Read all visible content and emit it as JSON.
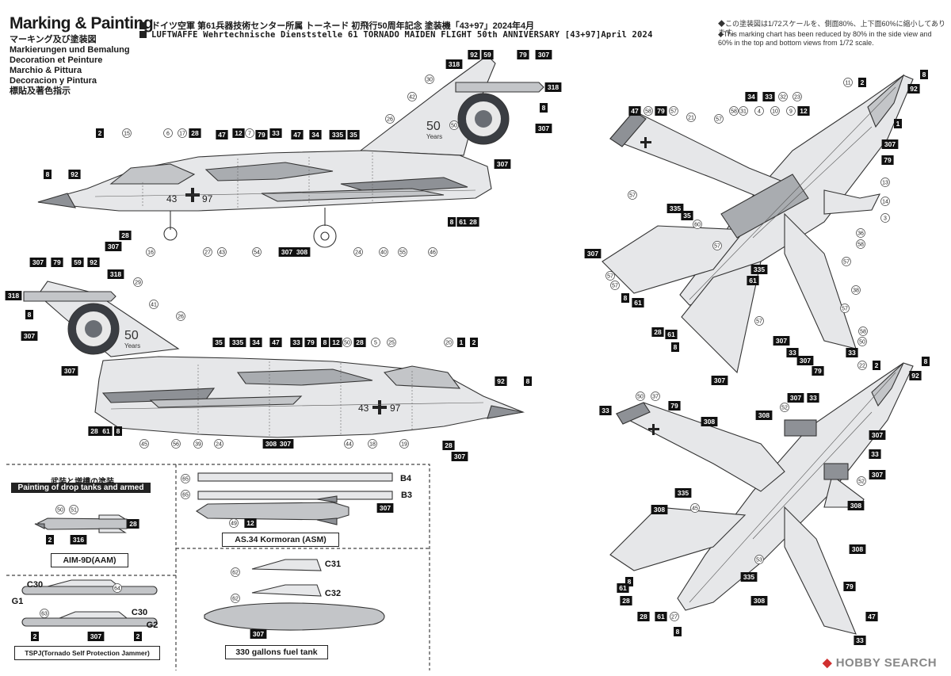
{
  "header": {
    "title": "Marking & Painting",
    "subtitles": [
      "マーキング及び塗装図",
      "Markierungen und Bemalung",
      "Decoration et Peinture",
      "Marchio & Pittura",
      "Decoracion y Pintura",
      "標貼及著色指示"
    ],
    "jp_line": "ドイツ空軍 第61兵器技術センター所属 トーネード 初飛行50周年記念 塗装機「43+97」2024年4月",
    "en_line": "LUFTWAFFE Wehrtechnische Dienststelle 61 TORNADO MAIDEN FLIGHT 50th ANNIVERSARY [43+97]April 2024"
  },
  "note": {
    "jp": "◆この塗装図は1/72スケールを、側面80%、上下面60%に縮小してあります。",
    "en": "◆This marking chart has been reduced by 80% in the side view and 60% in the top and bottom views from 1/72 scale."
  },
  "aircraft": {
    "serial_left": "43",
    "serial_right": "97",
    "anniv_num": "50",
    "anniv_word": "Years"
  },
  "panels": {
    "drop_tanks_jp": "武装と増槽の塗装",
    "drop_tanks_en": "Painting of drop tanks and armed",
    "aim9d": "AIM-9D(AAM)",
    "tspj": "TSPJ(Tornado Self Protection Jammer)",
    "kormoran": "AS.34 Kormoran (ASM)",
    "fuel_tank": "330 gallons fuel tank"
  },
  "callouts": {
    "side1": [
      "2",
      "15",
      "6",
      "17",
      "28",
      "47",
      "12",
      "7",
      "79",
      "33",
      "47",
      "34",
      "335",
      "35",
      "26",
      "30",
      "42",
      "92",
      "59",
      "79",
      "307",
      "318",
      "318",
      "8",
      "307",
      "50",
      "Years",
      "307",
      "8",
      "61",
      "28",
      "16",
      "27",
      "43",
      "54",
      "307",
      "308",
      "24",
      "40",
      "55",
      "46",
      "8",
      "92",
      "307",
      "28"
    ],
    "side2": [
      "307",
      "79",
      "59",
      "92",
      "318",
      "29",
      "318",
      "8",
      "307",
      "41",
      "26",
      "35",
      "335",
      "34",
      "47",
      "33",
      "79",
      "8",
      "12",
      "50",
      "28",
      "5",
      "25",
      "20",
      "1",
      "2",
      "92",
      "8",
      "307",
      "28",
      "61",
      "8",
      "45",
      "56",
      "39",
      "24",
      "308",
      "307",
      "44",
      "18",
      "19",
      "28",
      "307"
    ],
    "top": [
      "47",
      "58",
      "79",
      "57",
      "21",
      "57",
      "58",
      "31",
      "34",
      "4",
      "33",
      "32",
      "23",
      "10",
      "9",
      "12",
      "11",
      "2",
      "8",
      "92",
      "1",
      "307",
      "79",
      "13",
      "14",
      "3",
      "36",
      "58",
      "57",
      "38",
      "57",
      "58",
      "50",
      "33",
      "307",
      "79",
      "307",
      "28",
      "61",
      "8",
      "57",
      "57",
      "335",
      "35",
      "60",
      "57",
      "335",
      "61",
      "307",
      "8",
      "61",
      "57",
      "57",
      "307",
      "33"
    ],
    "bottom": [
      "50",
      "37",
      "79",
      "33",
      "308",
      "308",
      "52",
      "307",
      "33",
      "22",
      "2",
      "8",
      "92",
      "307",
      "33",
      "307",
      "52",
      "335",
      "45",
      "308",
      "308",
      "53",
      "335",
      "308",
      "79",
      "8",
      "61",
      "28",
      "28",
      "61",
      "27",
      "8",
      "308",
      "47",
      "33"
    ],
    "aim9d": [
      "50",
      "51",
      "28",
      "2",
      "316"
    ],
    "tspj": [
      "C30",
      "64",
      "G1",
      "63",
      "C30",
      "G2",
      "2",
      "307",
      "2"
    ],
    "kormoran": [
      "65",
      "B4",
      "65",
      "B3",
      "307",
      "49",
      "12"
    ],
    "fuel": [
      "62",
      "C31",
      "62",
      "C32",
      "307"
    ]
  },
  "watermark": {
    "brand": "HOBBY SEARCH"
  }
}
